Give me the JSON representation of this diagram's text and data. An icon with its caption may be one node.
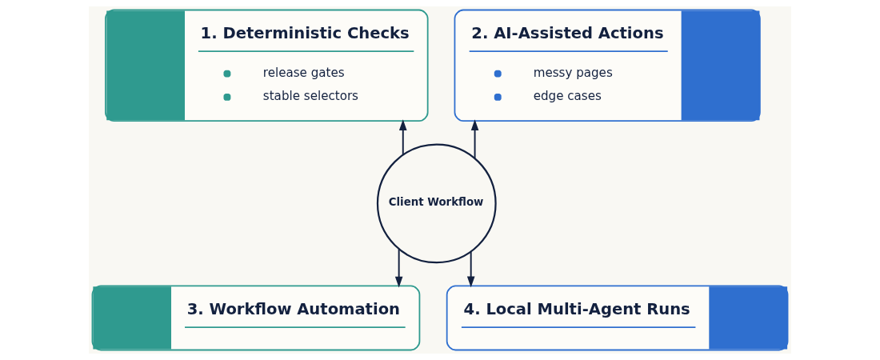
{
  "diagram": {
    "nodes": [
      {
        "text": [
          "1. Deterministic Checks",
          "release gates",
          "stable selectors"
        ]
      },
      {
        "text": [
          "2. AI-Assisted Actions",
          "messy pages",
          "edge cases"
        ]
      },
      {
        "text": [
          "Client Workflow"
        ]
      },
      {
        "text": [
          "3. Workflow Automation"
        ]
      },
      {
        "text": [
          "4. Local Multi-Agent Runs"
        ]
      }
    ],
    "edges": [
      {
        "from": 2,
        "to": 0,
        "arrow": "to"
      },
      {
        "from": 2,
        "to": 1,
        "arrow": "to"
      },
      {
        "from": 2,
        "to": 3,
        "arrow": "to"
      },
      {
        "from": 2,
        "to": 4,
        "arrow": "to"
      }
    ]
  }
}
